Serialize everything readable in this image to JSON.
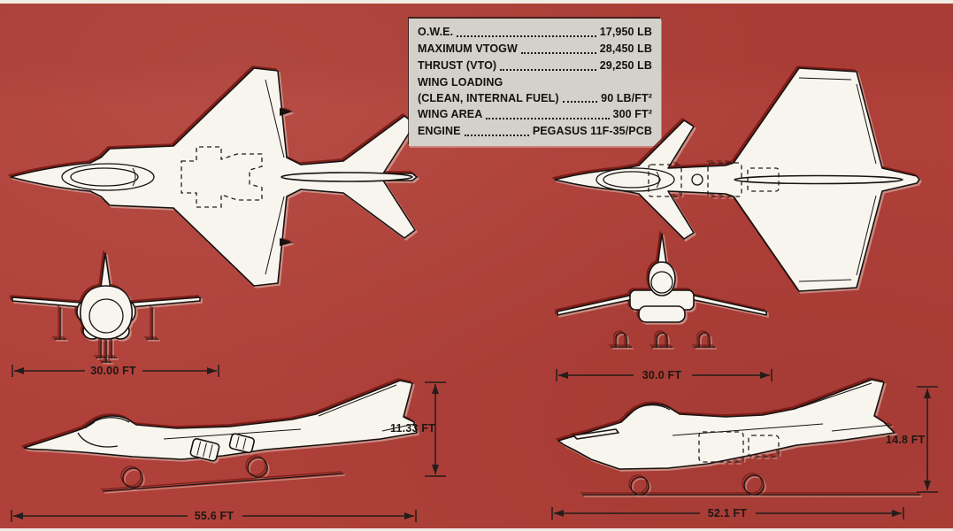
{
  "spec_panel": {
    "rows": [
      {
        "label": "O.W.E.",
        "value": "17,950 LB"
      },
      {
        "label": "MAXIMUM VTOGW",
        "value": "28,450 LB"
      },
      {
        "label": "THRUST (VTO)",
        "value": "29,250 LB"
      },
      {
        "label": "WING LOADING",
        "label2": "(CLEAN, INTERNAL FUEL)",
        "value": "90 LB/FT²"
      },
      {
        "label": "WING AREA",
        "value": "300 FT²"
      },
      {
        "label": "ENGINE",
        "value": "PEGASUS 11F-35/PCB"
      }
    ]
  },
  "dimensions": {
    "left_aircraft": {
      "span": "30.00 FT",
      "height": "11.33 FT",
      "length": "55.6 FT"
    },
    "right_aircraft": {
      "span": "30.0 FT",
      "height": "14.8 FT",
      "length": "52.1 FT"
    }
  },
  "colors": {
    "background": "#b0413a",
    "panel": "#d4d0ca",
    "ink": "#181210",
    "drawing_fill": "#f8f5ef"
  }
}
